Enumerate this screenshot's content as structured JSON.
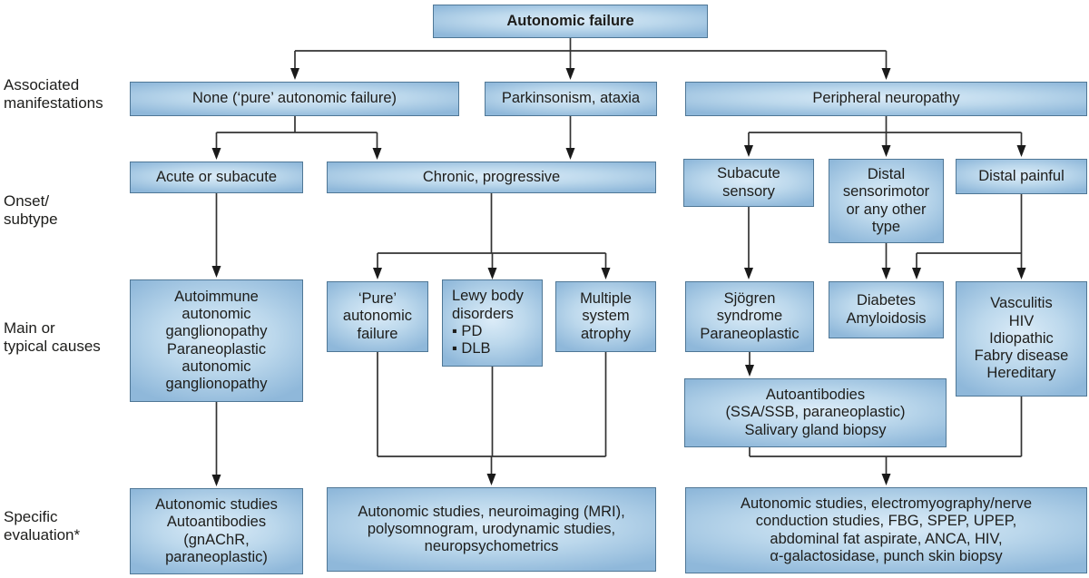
{
  "diagram_title": "Autonomic failure",
  "row_labels": {
    "associated": "Associated\nmanifestations",
    "onset": "Onset/\nsubtype",
    "causes": "Main or\ntypical causes",
    "evaluation": "Specific\nevaluation*"
  },
  "nodes": {
    "root": "Autonomic failure",
    "none_pure": "None (‘pure’ autonomic failure)",
    "parkinsonism": "Parkinsonism, ataxia",
    "peripheral": "Peripheral neuropathy",
    "acute": "Acute or subacute",
    "chronic": "Chronic, progressive",
    "subacute_sensory": "Subacute\nsensory",
    "distal_sensorimotor": "Distal\nsensorimotor\nor any other\ntype",
    "distal_painful": "Distal painful",
    "autoimmune_ganglionopathy": "Autoimmune\nautonomic\nganglionopathy\nParaneoplastic\nautonomic\nganglionopathy",
    "pure_autonomic_failure": "‘Pure’\nautonomic\nfailure",
    "lewy_body": "Lewy body\ndisorders\n▪ PD\n▪ DLB",
    "multiple_system_atrophy": "Multiple\nsystem\natrophy",
    "sjogren": "Sjögren\nsyndrome\nParaneoplastic",
    "diabetes_amyloidosis": "Diabetes\nAmyloidosis",
    "vasculitis_group": "Vasculitis\nHIV\nIdiopathic\nFabry disease\nHereditary",
    "autoantibodies_biopsy": "Autoantibodies\n(SSA/SSB, paraneoplastic)\nSalivary gland biopsy",
    "eval_left": "Autonomic studies\nAutoantibodies\n(gnAChR,\nparaneoplastic)",
    "eval_mid": "Autonomic studies, neuroimaging (MRI),\npolysomnogram, urodynamic studies,\nneuropsychometrics",
    "eval_right": "Autonomic studies, electromyography/nerve\nconduction studies, FBG, SPEP, UPEP,\nabdominal fat aspirate, ANCA, HIV,\nα-galactosidase, punch skin biopsy"
  },
  "colors": {
    "box_border": "#4f7796",
    "box_fill_center": "#dcecf8",
    "box_fill_edge": "#8fb8da",
    "connector_line": "#333333",
    "text": "#1d1d1b",
    "background": "#ffffff"
  }
}
